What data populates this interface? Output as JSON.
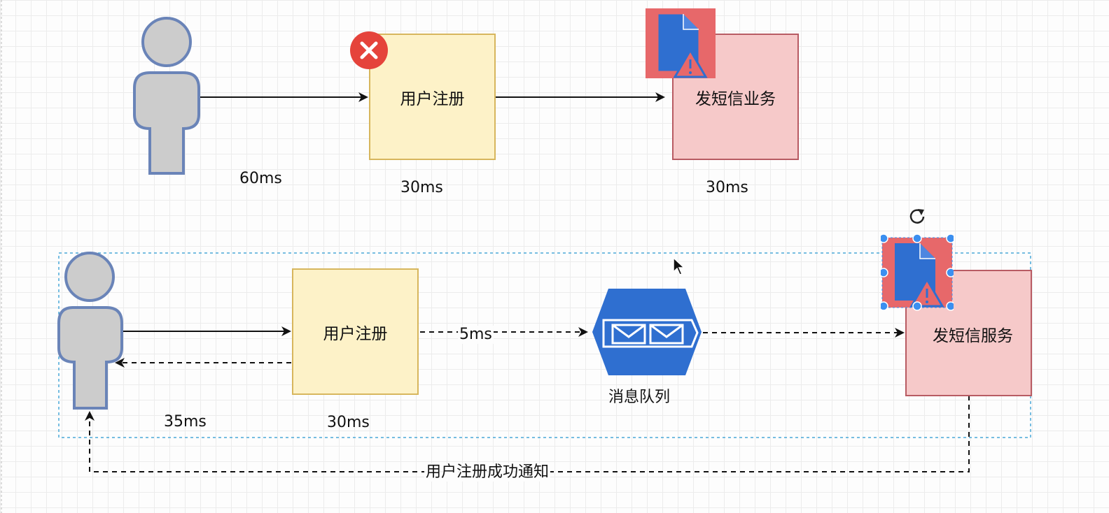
{
  "top": {
    "box_register": "用户注册",
    "box_sms": "发短信业务",
    "time_total": "60ms",
    "time_register": "30ms",
    "time_sms": "30ms"
  },
  "bottom": {
    "box_register": "用户注册",
    "box_sms": "发短信服务",
    "queue_label": "消息队列",
    "time_total": "35ms",
    "time_register": "30ms",
    "time_queue": "5ms",
    "notify_label": "用户注册成功通知"
  },
  "icons": {
    "error": "error-x-icon",
    "file_warning": "file-warning-icon",
    "rotate": "rotate-icon",
    "cursor": "mouse-cursor-icon",
    "mail": "mail-icon",
    "person": "person-icon"
  },
  "colors": {
    "yellow_fill": "#fdf2c8",
    "pink_fill": "#f6c9c9",
    "queue_blue": "#2f6fd0",
    "error_red": "#e5433b",
    "selection_blue": "#3b8ff0"
  }
}
